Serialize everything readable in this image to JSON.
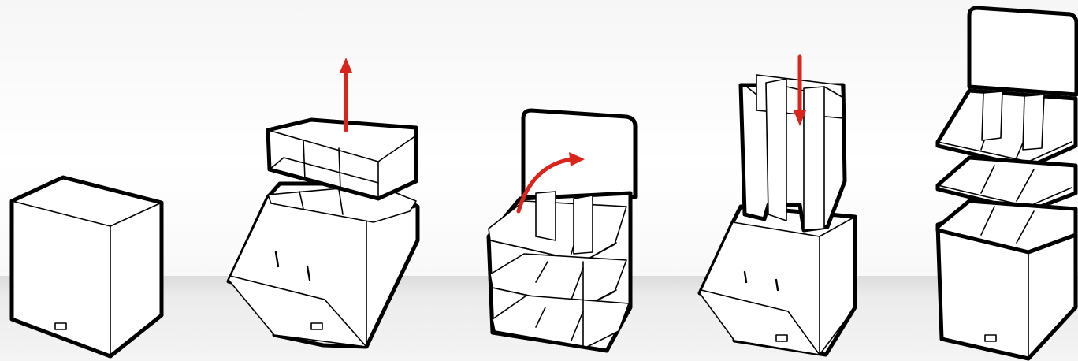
{
  "diagram": {
    "steps": [
      {
        "id": "step-1",
        "state": "closed-box"
      },
      {
        "id": "step-2",
        "state": "lift-shelf-insert",
        "arrow": "up"
      },
      {
        "id": "step-3",
        "state": "fold-header-up",
        "arrow": "curved-right"
      },
      {
        "id": "step-4",
        "state": "insert-dividers",
        "arrow": "down"
      },
      {
        "id": "step-5",
        "state": "assembled-display"
      }
    ],
    "colors": {
      "arrow": "#d9261c",
      "outline": "#000000",
      "fill": "#ffffff"
    }
  }
}
